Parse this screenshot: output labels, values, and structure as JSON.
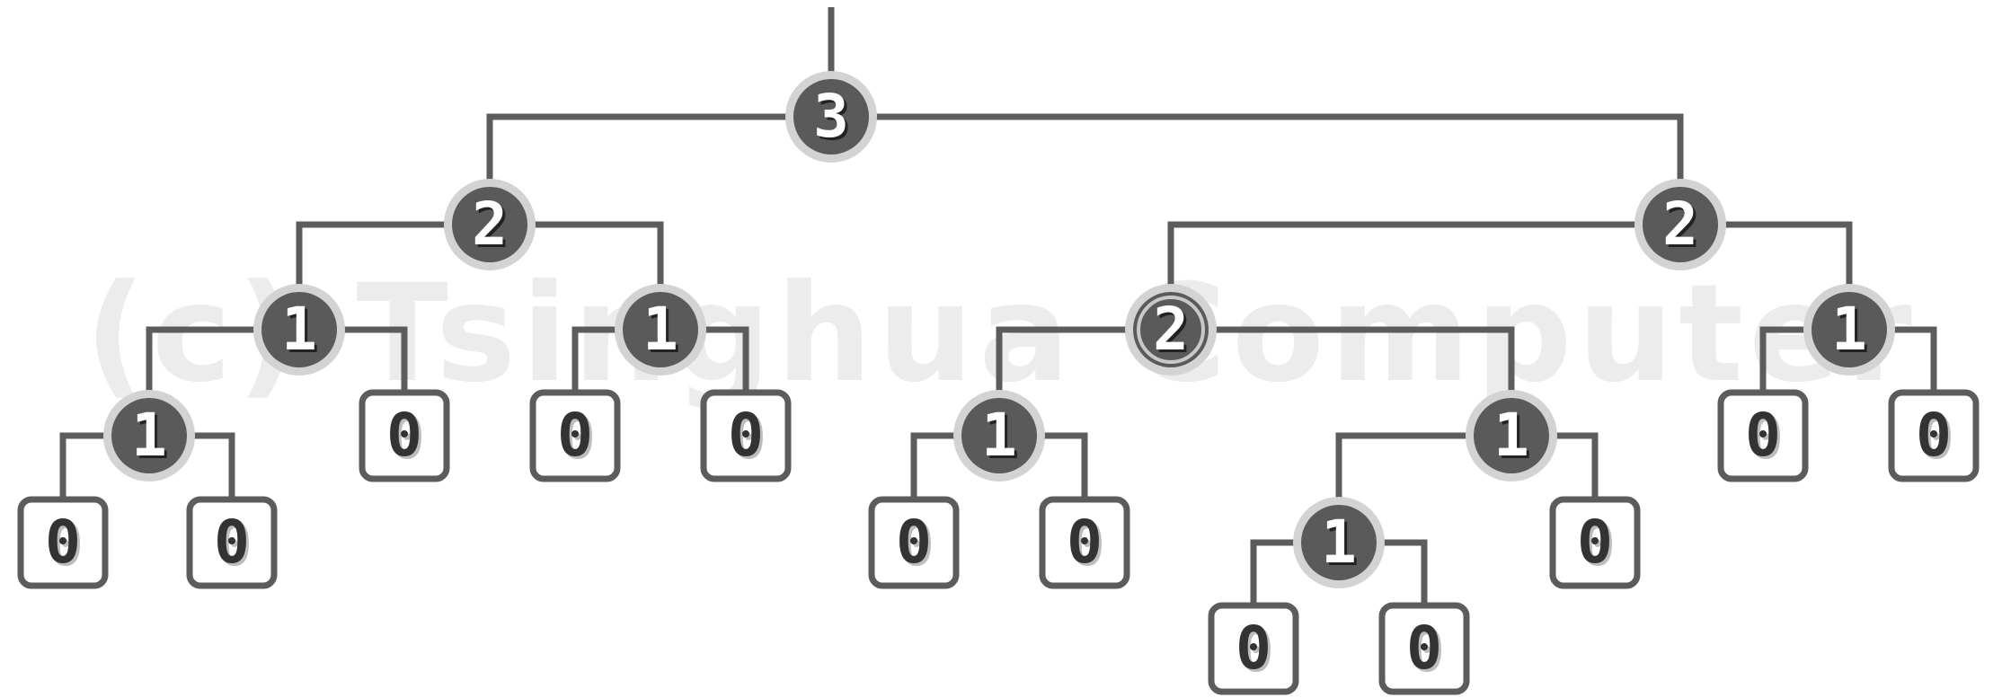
{
  "watermark": "(c) Tsinghua Computer",
  "colors": {
    "line": "#5c5c5c",
    "node_fill": "#5a5a5a",
    "node_ring": "#d3d3d3",
    "text": "#ffffff",
    "leaf_text": "#333333"
  },
  "tree": {
    "v": "3",
    "c": [
      {
        "v": "2",
        "c": [
          {
            "v": "1",
            "c": [
              {
                "v": "1",
                "c": [
                  {
                    "v": "0"
                  },
                  {
                    "v": "0"
                  }
                ]
              },
              {
                "v": "0"
              }
            ]
          },
          {
            "v": "1",
            "c": [
              {
                "v": "0"
              },
              {
                "v": "0"
              }
            ]
          }
        ]
      },
      {
        "v": "2",
        "c": [
          {
            "v": "2",
            "double": true,
            "c": [
              {
                "v": "1",
                "c": [
                  {
                    "v": "0"
                  },
                  {
                    "v": "0"
                  }
                ]
              },
              {
                "v": "1",
                "c": [
                  {
                    "v": "1",
                    "c": [
                      {
                        "v": "0"
                      },
                      {
                        "v": "0"
                      }
                    ]
                  },
                  {
                    "v": "0"
                  }
                ]
              }
            ]
          },
          {
            "v": "1",
            "c": [
              {
                "v": "0"
              },
              {
                "v": "0"
              }
            ]
          }
        ]
      }
    ]
  }
}
